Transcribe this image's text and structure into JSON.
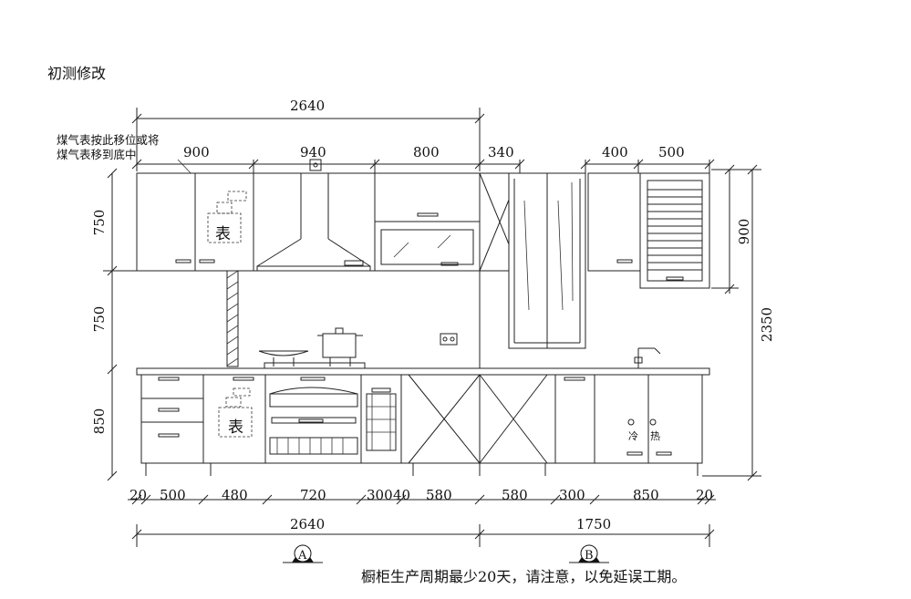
{
  "title": "初测修改",
  "gas_note": {
    "line1": "煤气表按此移位或将",
    "line2": "煤气表移到底中"
  },
  "dims_top_overall": "2640",
  "dims_top_segments": [
    "900",
    "940",
    "800",
    "340",
    "400",
    "500"
  ],
  "dims_left": [
    "750",
    "750",
    "850"
  ],
  "dims_right": {
    "upper": "900",
    "total": "2350"
  },
  "dims_bottom_segments": [
    "20",
    "500",
    "480",
    "720",
    "300",
    "40",
    "580",
    "580",
    "300",
    "850",
    "20"
  ],
  "dims_bottom_overall": [
    "2640",
    "1750"
  ],
  "section_markers": [
    "A",
    "B"
  ],
  "meter_label": "表",
  "tap_labels": {
    "cold": "冷",
    "hot": "热"
  },
  "footer_note": "橱柜生产周期最少20天，请注意，以免延误工期。"
}
